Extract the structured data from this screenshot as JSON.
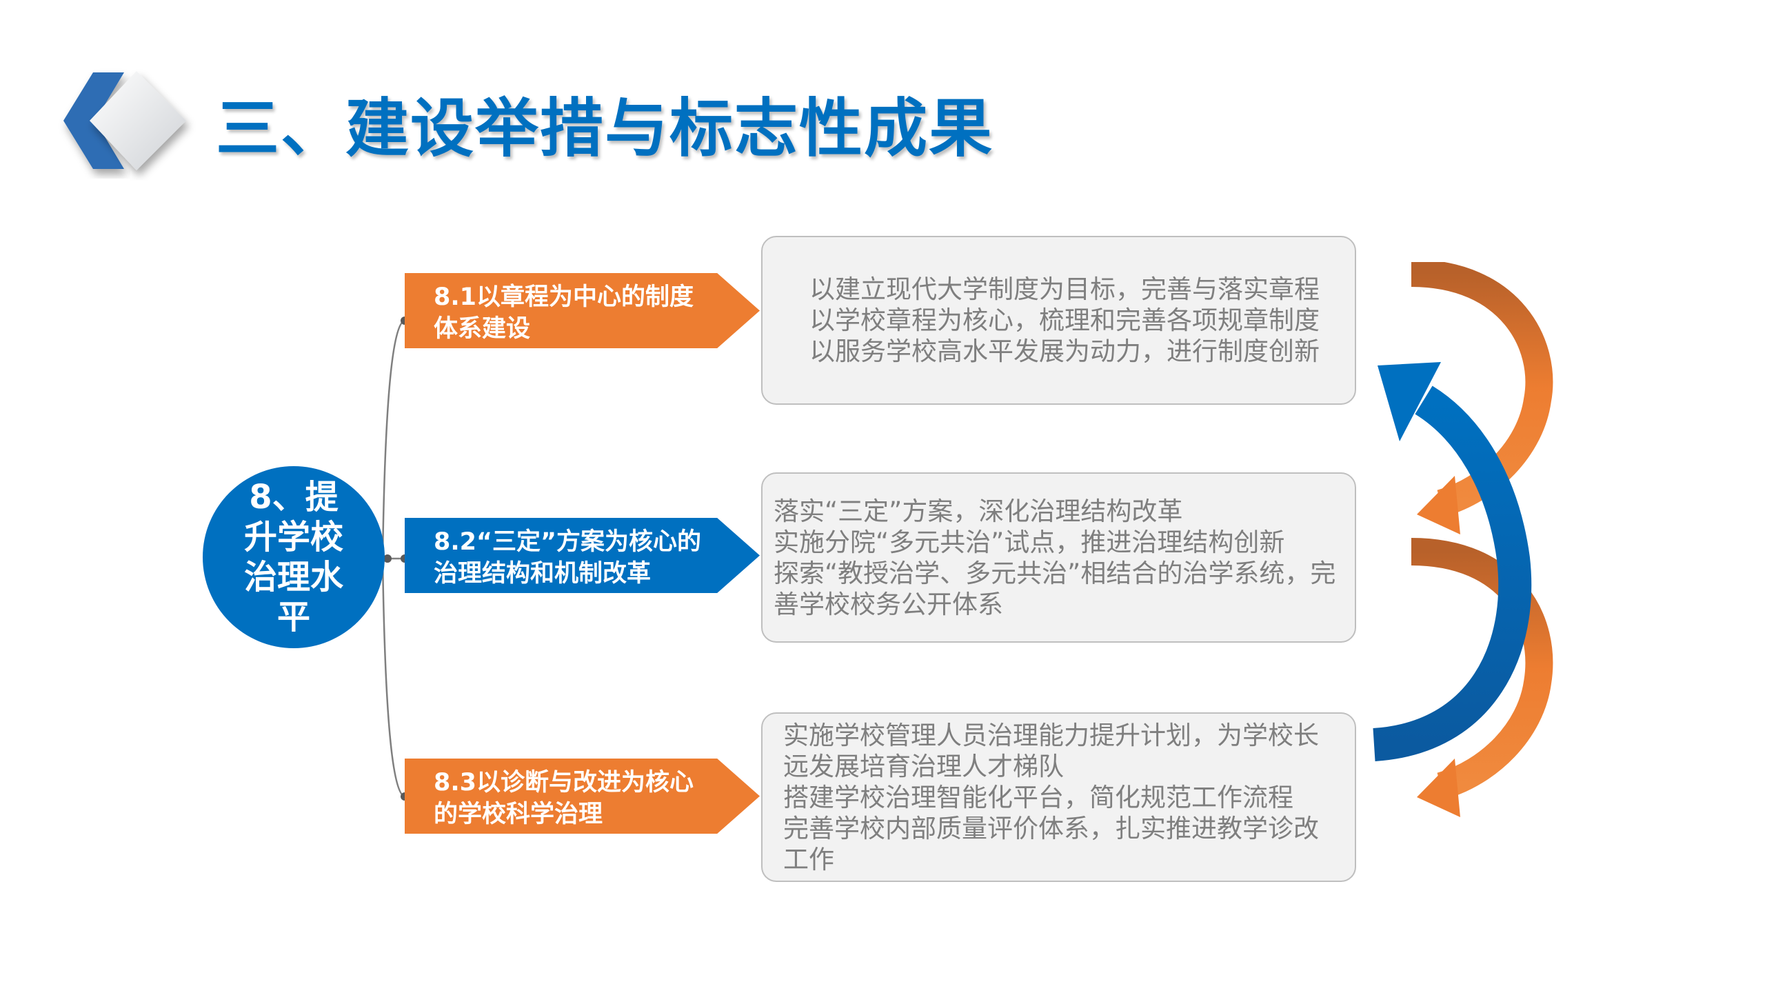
{
  "title": "三、建设举措与标志性成果",
  "center": {
    "label": "8、提升学校治理水平"
  },
  "branches": [
    {
      "label": "8.1以章程为中心的制度体系建设",
      "color": "#ED7D31",
      "lines": [
        "以建立现代大学制度为目标，完善与落实章程",
        "以学校章程为核心，梳理和完善各项规章制度",
        "以服务学校高水平发展为动力，进行制度创新"
      ]
    },
    {
      "label": "8.2“三定”方案为核心的治理结构和机制改革",
      "color": "#0070C0",
      "lines": [
        "落实“三定”方案，深化治理结构改革",
        "实施分院“多元共治”试点，推进治理结构创新",
        "探索“教授治学、多元共治”相结合的治学系统，完善学校校务公开体系"
      ]
    },
    {
      "label": "8.3以诊断与改进为核心的学校科学治理",
      "color": "#ED7D31",
      "lines": [
        "实施学校管理人员治理能力提升计划，为学校长远发展培育治理人才梯队",
        "搭建学校治理智能化平台，简化规范工作流程",
        "完善学校内部质量评价体系，扎实推进教学诊改工作"
      ]
    }
  ],
  "colors": {
    "primary": "#0070C0",
    "accent": "#ED7D31",
    "text": "#7F7F7F"
  }
}
